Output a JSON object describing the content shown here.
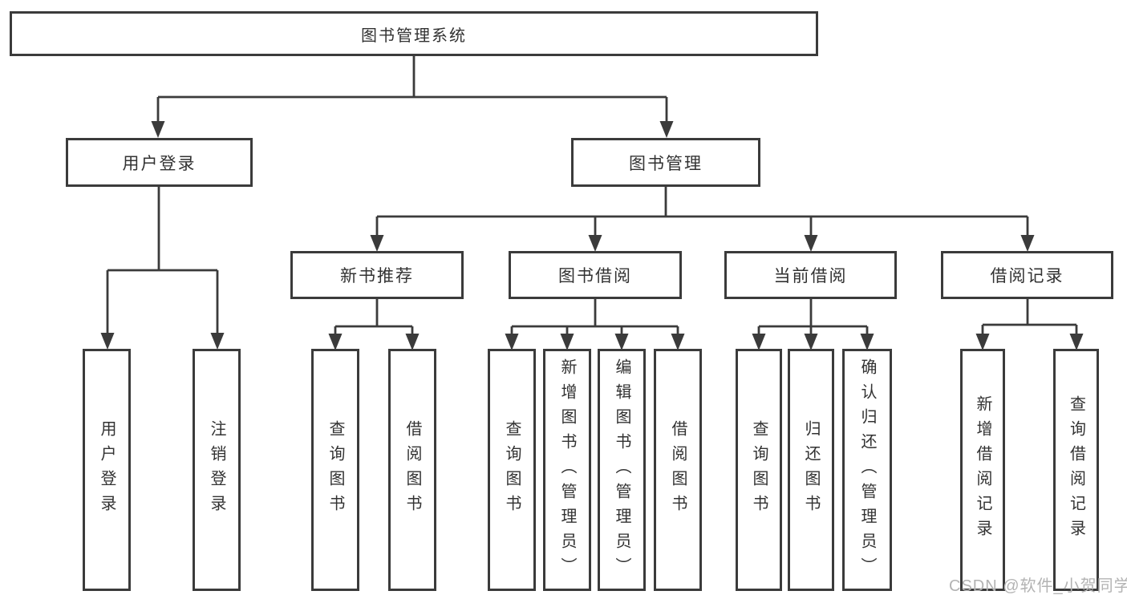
{
  "colors": {
    "line": "#3b3b3b",
    "text": "#323232",
    "box_bg": "#ffffff",
    "watermark": "#b3b3b3"
  },
  "diagram": {
    "root": {
      "label": "图书管理系统"
    },
    "branches": [
      {
        "label": "用户登录",
        "children": [
          {
            "label": "用户登录"
          },
          {
            "label": "注销登录"
          }
        ]
      },
      {
        "label": "图书管理",
        "children": [
          {
            "label": "新书推荐",
            "children": [
              {
                "label": "查询图书"
              },
              {
                "label": "借阅图书"
              }
            ]
          },
          {
            "label": "图书借阅",
            "children": [
              {
                "label": "查询图书"
              },
              {
                "label": "新增图书（管理员）"
              },
              {
                "label": "编辑图书（管理员）"
              },
              {
                "label": "借阅图书"
              }
            ]
          },
          {
            "label": "当前借阅",
            "children": [
              {
                "label": "查询图书"
              },
              {
                "label": "归还图书"
              },
              {
                "label": "确认归还（管理员）"
              }
            ]
          },
          {
            "label": "借阅记录",
            "children": [
              {
                "label": "新增借阅记录"
              },
              {
                "label": "查询借阅记录"
              }
            ]
          }
        ]
      }
    ]
  },
  "watermark": {
    "text": "CSDN @软件_小贺同学"
  }
}
